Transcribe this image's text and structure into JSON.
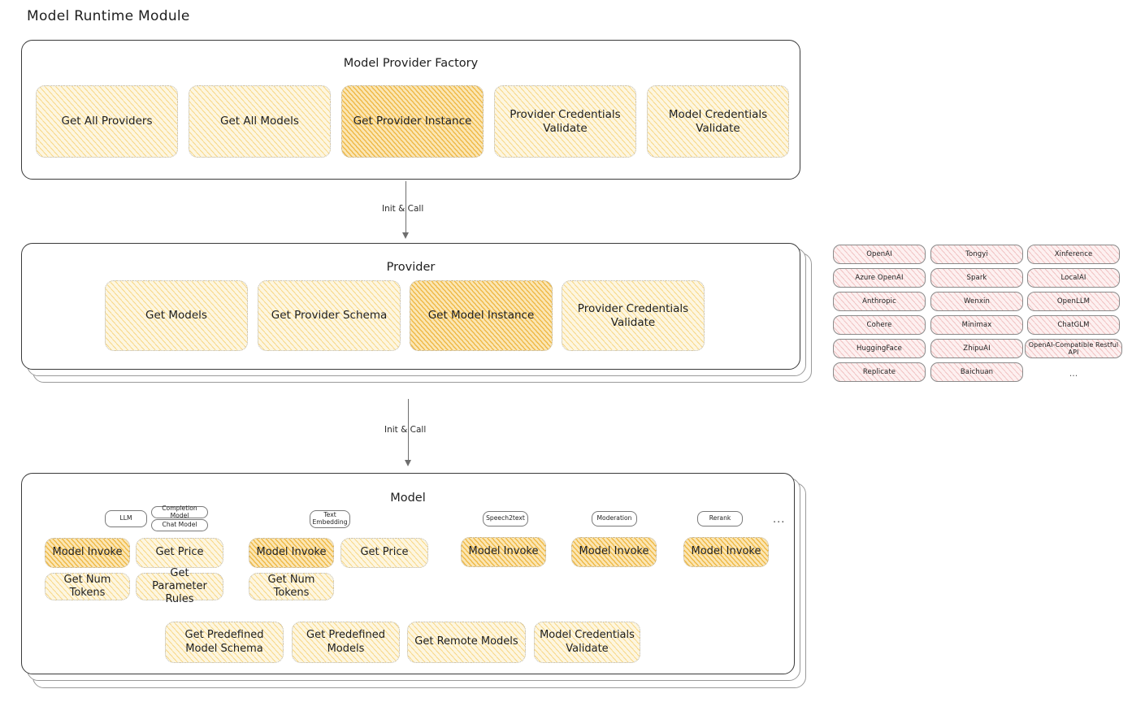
{
  "page": {
    "title": "Model Runtime Module"
  },
  "factory": {
    "title": "Model Provider Factory",
    "operations": [
      {
        "label": "Get All Providers",
        "highlighted": false
      },
      {
        "label": "Get All Models",
        "highlighted": false
      },
      {
        "label": "Get Provider Instance",
        "highlighted": true
      },
      {
        "label": "Provider Credentials Validate",
        "highlighted": false
      },
      {
        "label": "Model Credentials Validate",
        "highlighted": false
      }
    ]
  },
  "arrows": [
    {
      "label": "Init & Call",
      "from": "Model Provider Factory",
      "to": "Provider"
    },
    {
      "label": "Init & Call",
      "from": "Provider",
      "to": "Model"
    }
  ],
  "provider": {
    "title": "Provider",
    "operations": [
      {
        "label": "Get Models",
        "highlighted": false
      },
      {
        "label": "Get Provider Schema",
        "highlighted": false
      },
      {
        "label": "Get Model Instance",
        "highlighted": true
      },
      {
        "label": "Provider Credentials Validate",
        "highlighted": false
      }
    ]
  },
  "provider_list": {
    "columns": [
      [
        "OpenAI",
        "Azure OpenAI",
        "Anthropic",
        "Cohere",
        "HuggingFace",
        "Replicate"
      ],
      [
        "Tongyi",
        "Spark",
        "Wenxin",
        "Minimax",
        "ZhipuAI",
        "Baichuan"
      ],
      [
        "Xinference",
        "LocalAI",
        "OpenLLM",
        "ChatGLM",
        "OpenAI-Compatible Restful API"
      ]
    ],
    "ellipsis": "..."
  },
  "model": {
    "title": "Model",
    "ellipsis": "...",
    "types": [
      {
        "name": "LLM",
        "badge_style": "blue",
        "sub_badges": [
          "Completion Model",
          "Chat Model"
        ],
        "operations": [
          {
            "label": "Model Invoke",
            "highlighted": true
          },
          {
            "label": "Get Price",
            "highlighted": false
          },
          {
            "label": "Get Num Tokens",
            "highlighted": false
          },
          {
            "label": "Get Parameter Rules",
            "highlighted": false
          }
        ]
      },
      {
        "name": "Text Embedding",
        "badge_style": "blue",
        "sub_badges": [],
        "operations": [
          {
            "label": "Model Invoke",
            "highlighted": true
          },
          {
            "label": "Get Price",
            "highlighted": false
          },
          {
            "label": "Get Num Tokens",
            "highlighted": false
          }
        ]
      },
      {
        "name": "Speech2text",
        "badge_style": "white",
        "sub_badges": [],
        "operations": [
          {
            "label": "Model Invoke",
            "highlighted": true
          }
        ]
      },
      {
        "name": "Moderation",
        "badge_style": "white",
        "sub_badges": [],
        "operations": [
          {
            "label": "Model Invoke",
            "highlighted": true
          }
        ]
      },
      {
        "name": "Rerank",
        "badge_style": "blue",
        "sub_badges": [],
        "operations": [
          {
            "label": "Model Invoke",
            "highlighted": true
          }
        ]
      }
    ],
    "common_operations": [
      {
        "label": "Get Predefined Model Schema"
      },
      {
        "label": "Get Predefined Models"
      },
      {
        "label": "Get Remote Models"
      },
      {
        "label": "Model Credentials Validate"
      }
    ]
  },
  "colors": {
    "panel_border": "#3a3a3a",
    "op_fill": "#fdf6e0",
    "op_fill_highlight": "#fbe6b4",
    "op_border": "#b9b9b9",
    "chip_fill": "#fdf0f0",
    "badge_blue": "#eef6fb",
    "text": "#1e1e1e"
  }
}
